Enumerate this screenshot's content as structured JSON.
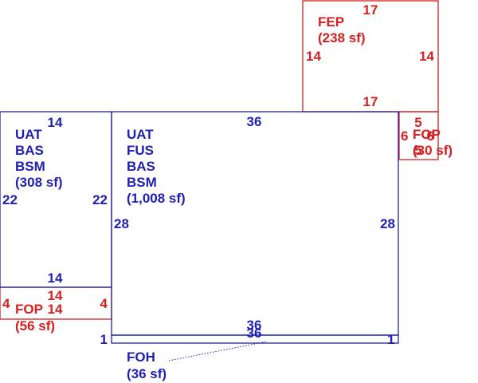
{
  "colors": {
    "living": "#1f1fb4",
    "porch": "#d42020"
  },
  "areas": {
    "left_section": {
      "codes": [
        "UAT",
        "BAS",
        "BSM"
      ],
      "area": "(308 sf)",
      "top": "14",
      "bottom": "14",
      "left": "22",
      "right": "22"
    },
    "main_section": {
      "codes": [
        "UAT",
        "FUS",
        "BAS",
        "BSM"
      ],
      "area": "(1,008 sf)",
      "top": "36",
      "bottom": "36",
      "left": "28",
      "right": "28"
    },
    "fep": {
      "code": "FEP",
      "area": "(238 sf)",
      "top": "17",
      "bottom": "17",
      "left": "14",
      "right": "14"
    },
    "fop_right": {
      "code": "FOP",
      "area": "(30 sf)",
      "top": "5",
      "bottom": "5",
      "left": "6",
      "right": "6"
    },
    "fop_left": {
      "code": "FOP",
      "area": "(56 sf)",
      "top": "14",
      "bottom": "14",
      "left": "4",
      "right": "4"
    },
    "foh": {
      "code": "FOH",
      "area": "(36 sf)",
      "top": "36",
      "bottom": "36",
      "left": "1",
      "right": "1"
    }
  }
}
